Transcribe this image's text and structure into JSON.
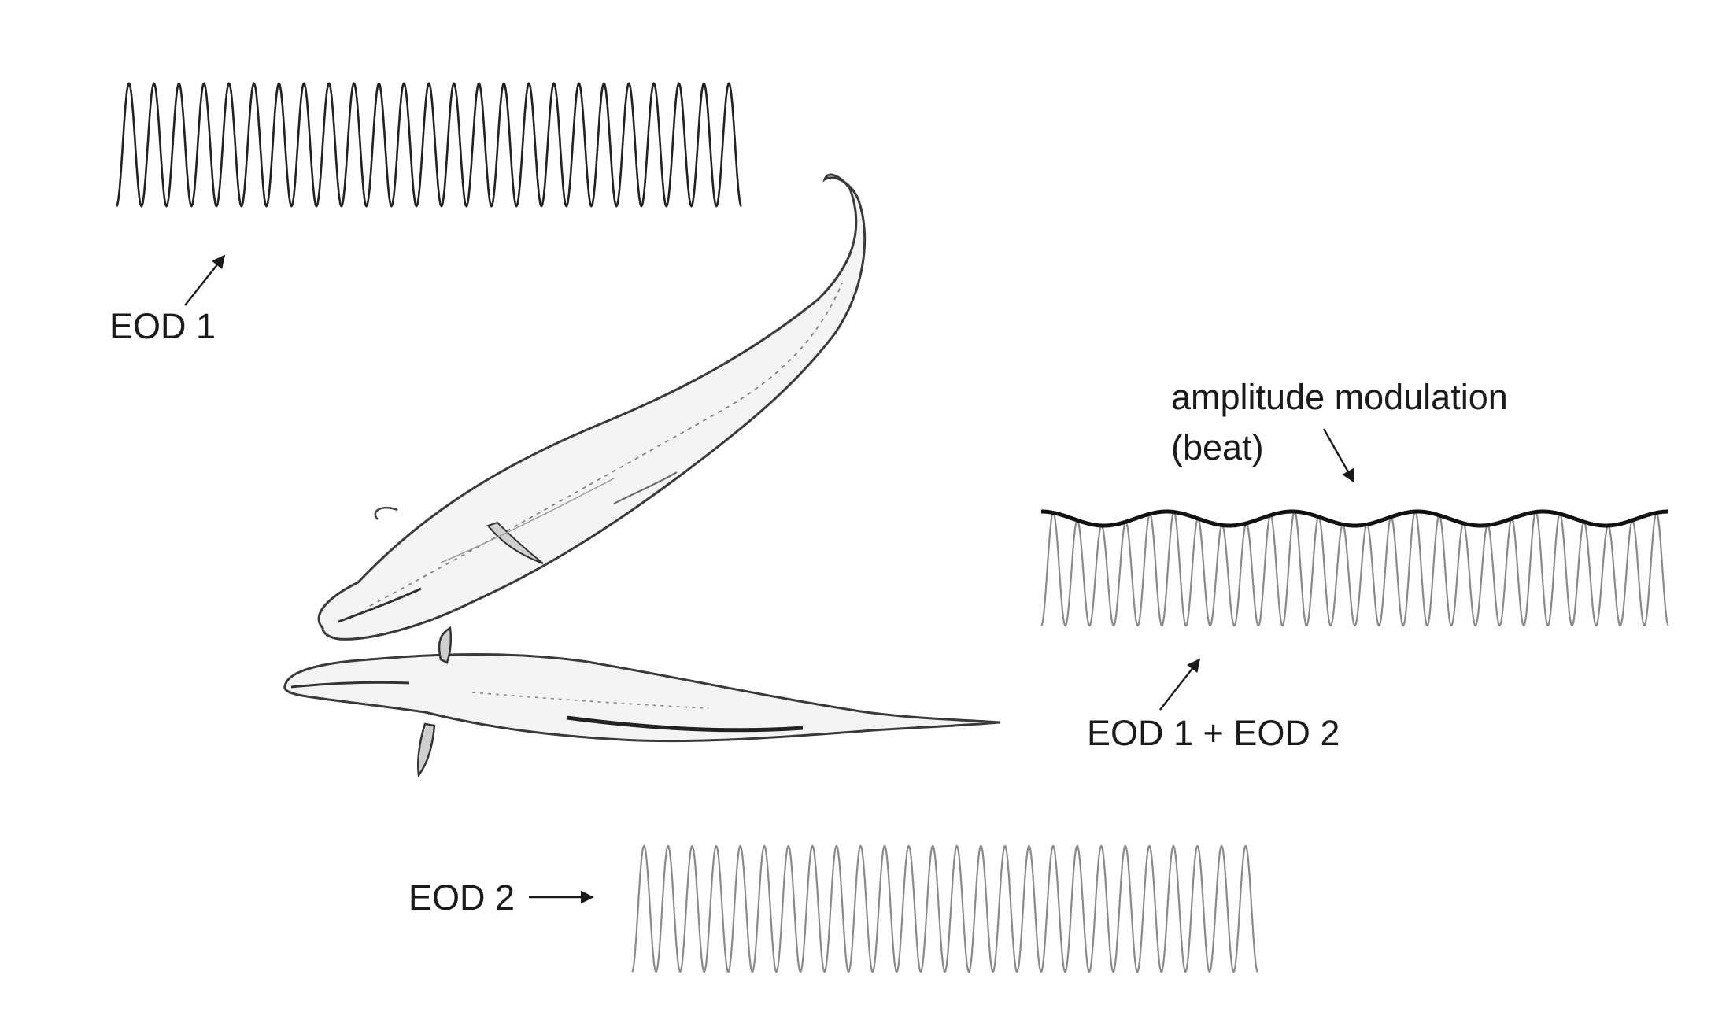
{
  "labels": {
    "eod1": "EOD 1",
    "eod2": "EOD 2",
    "sum": "EOD 1 + EOD 2",
    "am_line1": "amplitude modulation",
    "am_line2": "(beat)"
  },
  "signals": {
    "eod1": {
      "cycles": 25,
      "color": "#222222"
    },
    "eod2": {
      "cycles": 26,
      "color": "#8a8a8a"
    },
    "sum": {
      "cycles": 26,
      "color": "#8a8a8a"
    },
    "beat": {
      "cycles": 5,
      "color": "#111111"
    }
  },
  "colors": {
    "ink": "#1a1a1a",
    "fish_fill": "#f4f4f4",
    "fish_stroke": "#3a3a3a"
  }
}
